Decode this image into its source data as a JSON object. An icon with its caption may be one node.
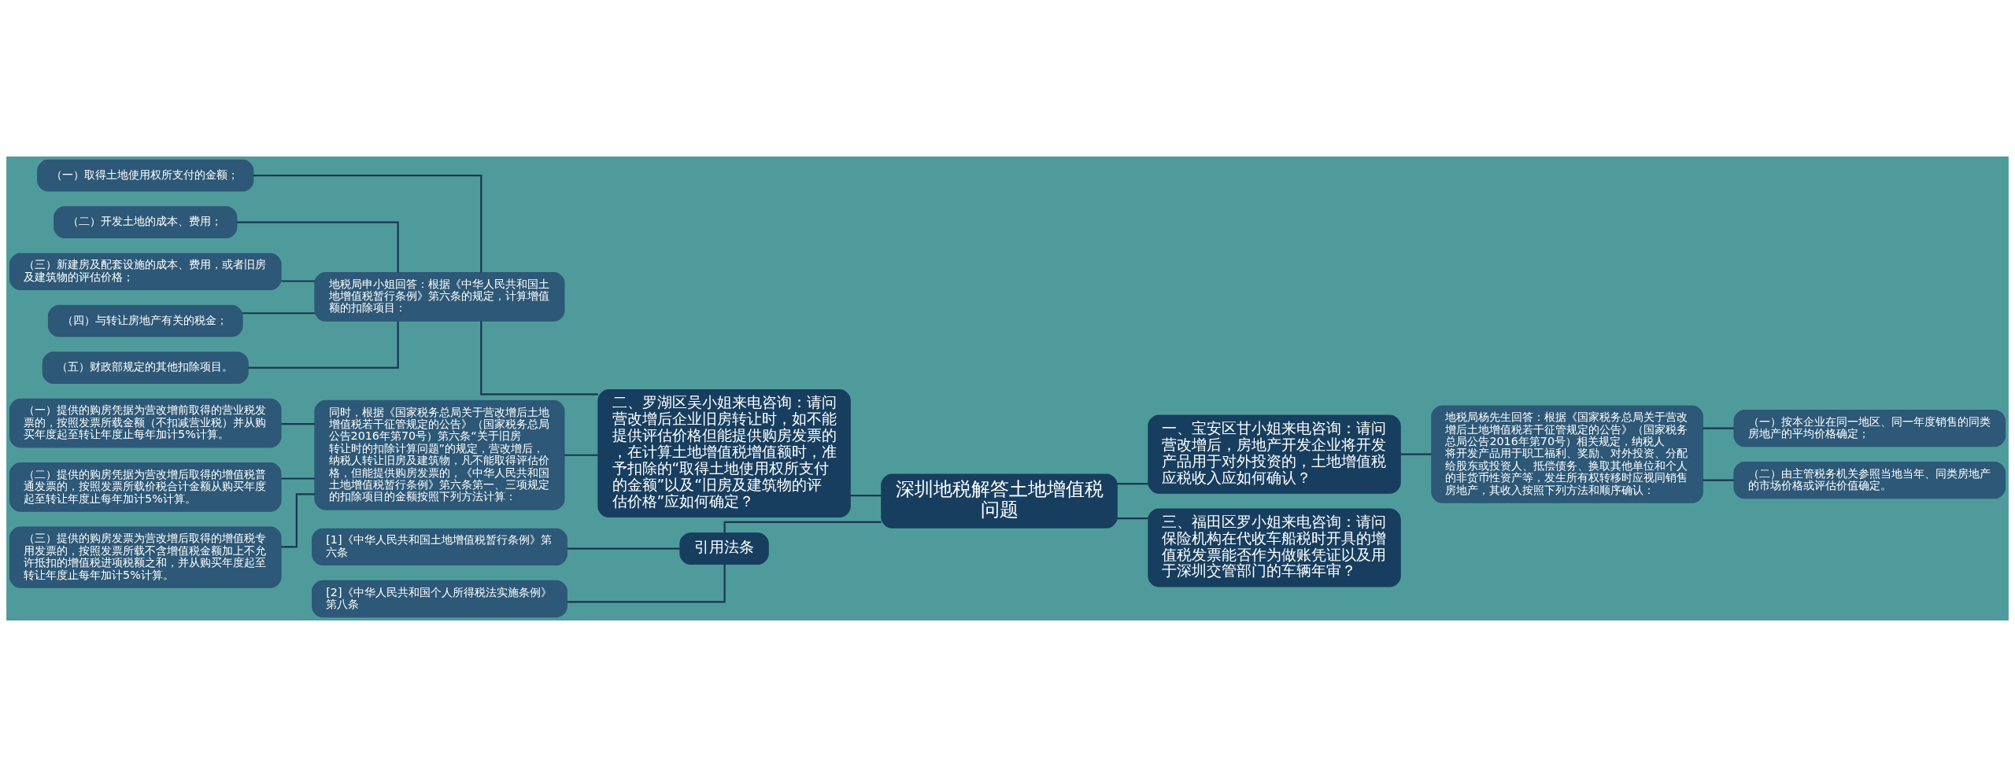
{
  "diagram": {
    "nodes": [
      {
        "text": [
          "深圳地税解答土地增值税问题"
        ]
      },
      {
        "text": [
          "二、罗湖区吴小姐来电咨询：请问营改增后企业旧房转让时，如不能提供评估价格但能提供购房发票的，在计算土地增值税增值额时，准予扣除的“取得土地使用权所支付的金额”以及“旧房及建筑物的评估价格”应如何确定？"
        ]
      },
      {
        "text": [
          "地税局申小姐回答：根据《中华人民共和国土地增值税暂行条例》第六条的规定，计算增值额的扣除项目："
        ]
      },
      {
        "text": [
          "（一）取得土地使用权所支付的金额；"
        ]
      },
      {
        "text": [
          "（二）开发土地的成本、费用；"
        ]
      },
      {
        "text": [
          "（三）新建房及配套设施的成本、费用，或者旧房及建筑物的评估价格；"
        ]
      },
      {
        "text": [
          "（四）与转让房地产有关的税金；"
        ]
      },
      {
        "text": [
          "（五）财政部规定的其他扣除项目。"
        ]
      },
      {
        "text": [
          "同时，根据《国家税务总局关于营改增后土地增值税若干征管规定的公告》（国家税务总局公告2016年第70号）第六条“关于旧房转让时的扣除计算问题”的规定，营改增后，纳税人转让旧房及建筑物，凡不能取得评估价格，但能提供购房发票的，《中华人民共和国土地增值税暂行条例》第六条第一、三项规定的扣除项目的金额按照下列方法计算："
        ]
      },
      {
        "text": [
          "（一）提供的购房凭据为营改增前取得的营业税发票的，按照发票所载金额（不扣减营业税）并从购买年度起至转让年度止每年加计5%计算。"
        ]
      },
      {
        "text": [
          "（二）提供的购房凭据为营改增后取得的增值税普通发票的，按照发票所载价税合计金额从购买年度起至转让年度止每年加计5%计算。"
        ]
      },
      {
        "text": [
          "（三）提供的购房发票为营改增后取得的增值税专用发票的，按照发票所载不含增值税金额加上不允许抵扣的增值税进项税额之和，并从购买年度起至转让年度止每年加计5%计算。"
        ]
      },
      {
        "text": [
          "引用法条"
        ]
      },
      {
        "text": [
          "[1]《中华人民共和国土地增值税暂行条例》第六条"
        ]
      },
      {
        "text": [
          "[2]《中华人民共和国个人所得税法实施条例》第八条"
        ]
      },
      {
        "text": [
          "一、宝安区甘小姐来电咨询：请问营改增后，房地产开发企业将开发产品用于对外投资的，土地增值税应税收入应如何确认？"
        ]
      },
      {
        "text": [
          "地税局杨先生回答：根据《国家税务总局关于营改增后土地增值税若干征管规定的公告》（国家税务总局公告2016年第70号）相关规定，纳税人将开发产品用于职工福利、奖励、对外投资、分配给股东或投资人、抵偿债务、换取其他单位和个人的非货币性资产等，发生所有权转移时应视同销售房地产，其收入按照下列方法和顺序确认："
        ]
      },
      {
        "text": [
          "（一）按本企业在同一地区、同一年度销售的同类房地产的平均价格确定；"
        ]
      },
      {
        "text": [
          "（二）由主管税务机关参照当地当年、同类房地产的市场价格或评估价值确定。"
        ]
      },
      {
        "text": [
          "三、福田区罗小姐来电咨询：请问保险机构在代收车船税时开具的增值税发票能否作为做账凭证以及用于深圳交管部门的车辆年审？"
        ]
      }
    ],
    "edges": [
      {
        "from": 0,
        "to": 1,
        "arrow": "none"
      },
      {
        "from": 1,
        "to": 2,
        "arrow": "none"
      },
      {
        "from": 2,
        "to": 3,
        "arrow": "none"
      },
      {
        "from": 2,
        "to": 4,
        "arrow": "none"
      },
      {
        "from": 2,
        "to": 5,
        "arrow": "none"
      },
      {
        "from": 2,
        "to": 6,
        "arrow": "none"
      },
      {
        "from": 2,
        "to": 7,
        "arrow": "none"
      },
      {
        "from": 1,
        "to": 8,
        "arrow": "none"
      },
      {
        "from": 8,
        "to": 9,
        "arrow": "none"
      },
      {
        "from": 8,
        "to": 10,
        "arrow": "none"
      },
      {
        "from": 8,
        "to": 11,
        "arrow": "none"
      },
      {
        "from": 0,
        "to": 12,
        "arrow": "none"
      },
      {
        "from": 12,
        "to": 13,
        "arrow": "none"
      },
      {
        "from": 12,
        "to": 14,
        "arrow": "none"
      },
      {
        "from": 0,
        "to": 15,
        "arrow": "none"
      },
      {
        "from": 15,
        "to": 16,
        "arrow": "none"
      },
      {
        "from": 16,
        "to": 17,
        "arrow": "none"
      },
      {
        "from": 16,
        "to": 18,
        "arrow": "none"
      },
      {
        "from": 0,
        "to": 19,
        "arrow": "none"
      }
    ]
  }
}
